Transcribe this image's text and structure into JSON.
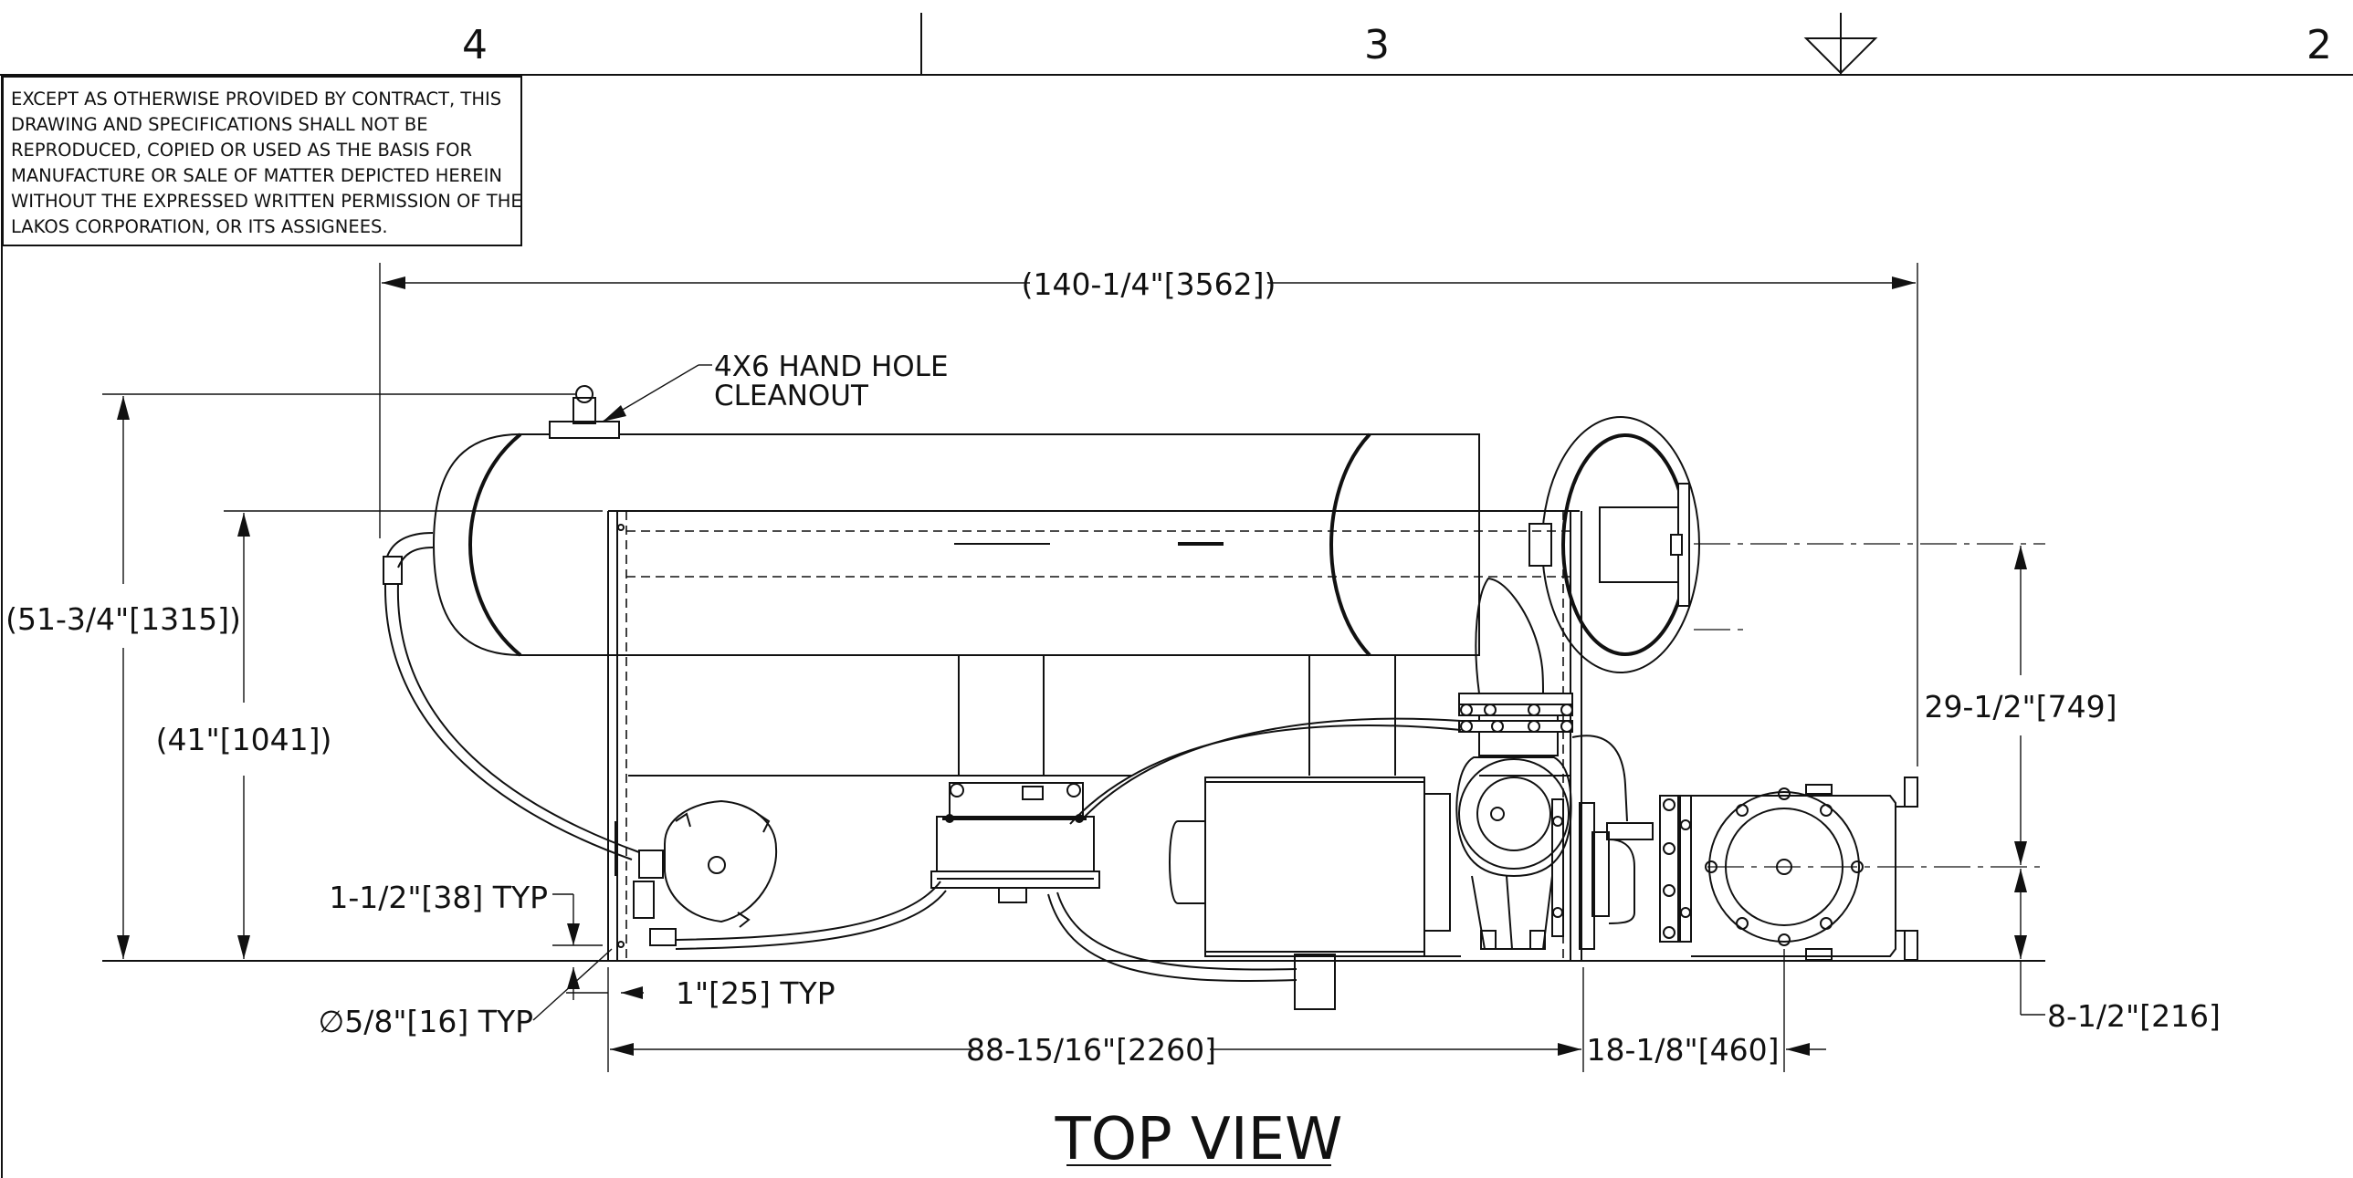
{
  "zones": [
    "4",
    "3",
    "2"
  ],
  "notice": {
    "lines": [
      "EXCEPT AS OTHERWISE PROVIDED BY CONTRACT, THIS",
      "DRAWING AND SPECIFICATIONS SHALL NOT BE",
      "REPRODUCED, COPIED OR USED AS THE BASIS FOR",
      "MANUFACTURE OR SALE OF MATTER DEPICTED HEREIN",
      "WITHOUT THE EXPRESSED WRITTEN PERMISSION OF THE",
      "LAKOS CORPORATION, OR ITS ASSIGNEES."
    ]
  },
  "callouts": {
    "hand_hole_line1": "4X6 HAND HOLE",
    "hand_hole_line2": "CLEANOUT"
  },
  "dimensions": {
    "overall_length": "(140-1/4\"[3562])",
    "overall_height": "(51-3/4\"[1315])",
    "skid_height": "(41\"[1041])",
    "skid_length": "88-15/16\"[2260]",
    "outlet_offset": "18-1/8\"[460]",
    "inlet_height": "29-1/2\"[749]",
    "inlet_offset": "8-1/2\"[216]",
    "rail_width": "1-1/2\"[38] TYP",
    "hole_dia": "∅5/8\"[16] TYP",
    "hole_edge": "1\"[25] TYP"
  },
  "view_title": "TOP VIEW"
}
